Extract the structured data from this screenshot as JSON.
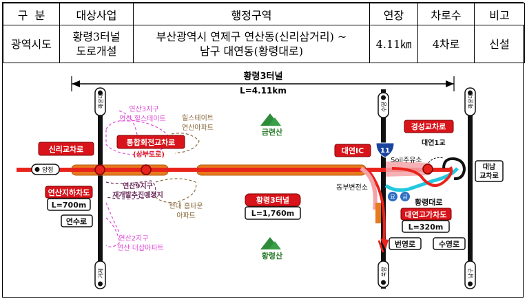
{
  "table": {
    "headers": [
      "구  분",
      "대상사업",
      "행정구역",
      "연장",
      "차로수",
      "비고"
    ],
    "row": {
      "category": "광역시도",
      "project_line1": "황령3터널",
      "project_line2": "도로개설",
      "area_line1": "부산광역시 연제구 연산동(신리삼거리) ~",
      "area_line2": "남구 대연동(황령대로)",
      "length": "4.11㎞",
      "lanes": "4차로",
      "note": "신설"
    }
  },
  "map": {
    "dim_title": "황령3터널",
    "dim_length": "L=4.11km",
    "left_vertical_top": "해운대",
    "left_vertical_bottom": "거제",
    "suyeong_top": "수영",
    "suyeong_bottom": "북항",
    "right_vertical_top": "해운대",
    "right_vertical_bottom": "남구",
    "yangjeong": "양정",
    "sinri_junction": "신리교차로",
    "integrated_junction_l1": "통합회전교차로",
    "integrated_junction_l2": "(상부도로)",
    "yeonsan3_l1": "연산3지구",
    "yeonsan3_l2": "연산 힐스테이트",
    "hillstate_l1": "힐스테이트",
    "hillstate_l2": "연산아파트",
    "yeonsan9_l1": "연산9지구",
    "yeonsan9_l2": "재개발추진예정지",
    "hyundai_l1": "현대 홈타운",
    "hyundai_l2": "아파트",
    "yeonsan2_l1": "연산2지구",
    "yeonsan2_l2": "연산 더샵아파트",
    "underpass_name": "연산지하차도",
    "underpass_length": "L=700m",
    "yeonsu_ro": "연수로",
    "geumnyeon_mt": "금련산",
    "hwangnyeong_mt": "황령산",
    "tunnel_name": "황령3터널",
    "tunnel_length": "L=1,760m",
    "daeyeon_ic": "대연IC",
    "route_number": "11",
    "soil_station": "Soil주유소",
    "dongbu_station": "동부변전소",
    "gyeongseong_junction": "경성교차로",
    "daeyeon_bridge": "대연1교",
    "danam_l1": "대남",
    "danam_l2": "교차로",
    "toll_l1": "요",
    "toll_l2": "금",
    "hwangnyeong_daero": "황령대로",
    "overpass_name": "대연고가차도",
    "overpass_length": "L=320m",
    "beonyeong_ro": "번영로",
    "suyeong_ro": "수영로"
  },
  "colors": {
    "red": "#e8231c",
    "label_red": "#d8141a",
    "tunnel_orange": "#e87a1e",
    "magenta": "#e048d8",
    "brown": "#8a6a3a",
    "cyan": "#22c8e0",
    "pink": "#f4a3a8",
    "dark_red": "#a00000",
    "mountain_green": "#2e8b3a",
    "label_green": "#2a7a2a"
  }
}
